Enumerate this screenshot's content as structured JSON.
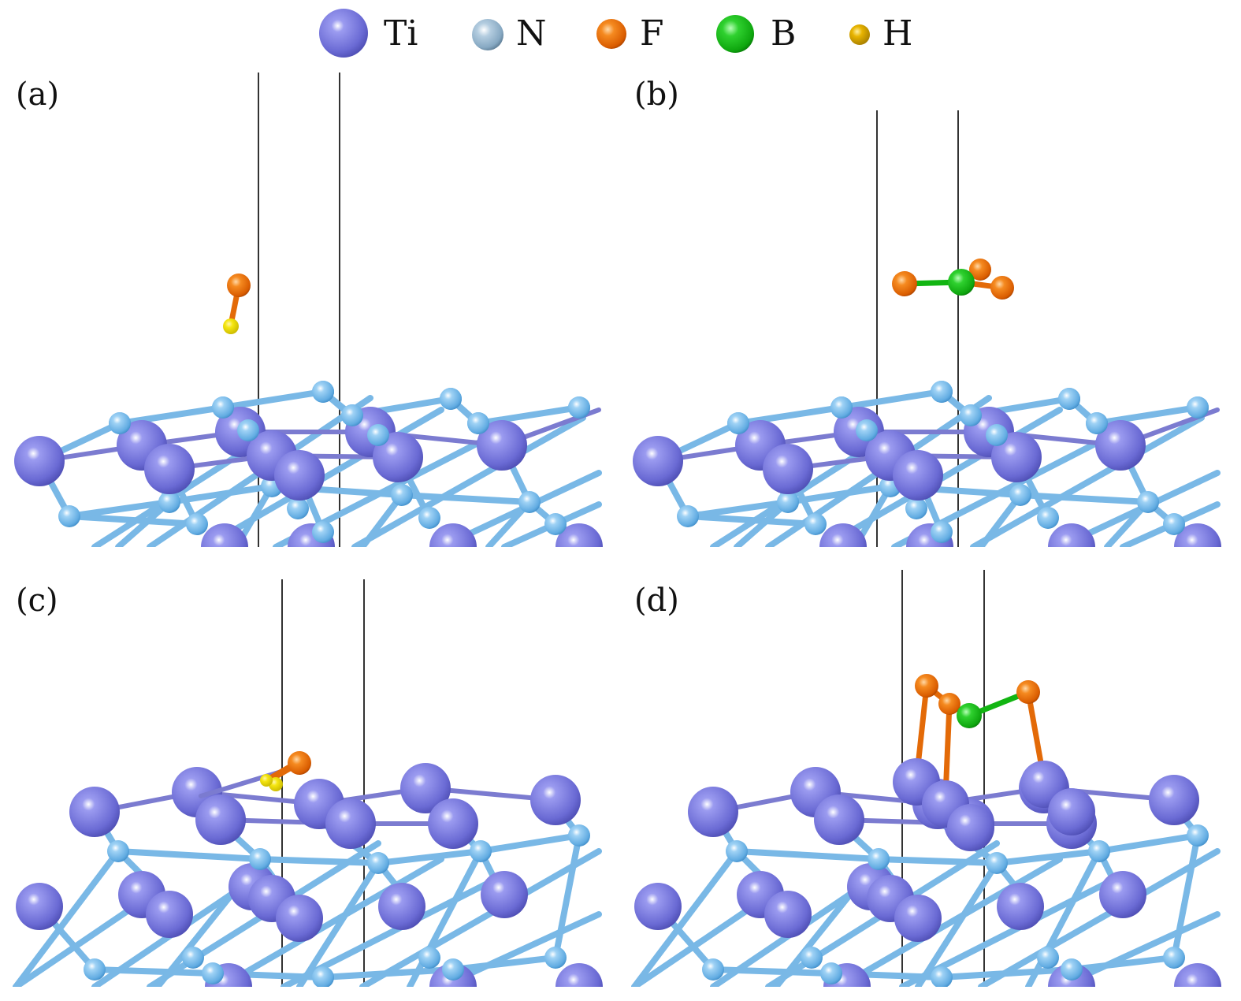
{
  "legend": [
    {
      "symbol": "Ti",
      "color": "#6f6fd6"
    },
    {
      "symbol": "N",
      "color": "#8fb2cf"
    },
    {
      "symbol": "F",
      "color": "#e36a08"
    },
    {
      "symbol": "B",
      "color": "#14b514"
    },
    {
      "symbol": "H",
      "color": "#e0a800"
    }
  ],
  "panels": [
    {
      "label": "(a)",
      "adsorbate": "HF"
    },
    {
      "label": "(b)",
      "adsorbate": "BF3"
    },
    {
      "label": "(c)",
      "adsorbate": "HF"
    },
    {
      "label": "(d)",
      "adsorbate": "BF3"
    }
  ],
  "colors": {
    "ti": "#7070d8",
    "n": "#6cb4e8",
    "f": "#e36a08",
    "b": "#12b512",
    "h": "#f2e200",
    "ti_bond": "#7b7bd0",
    "n_bond": "#79b8e6",
    "cell_line": "#333333"
  }
}
